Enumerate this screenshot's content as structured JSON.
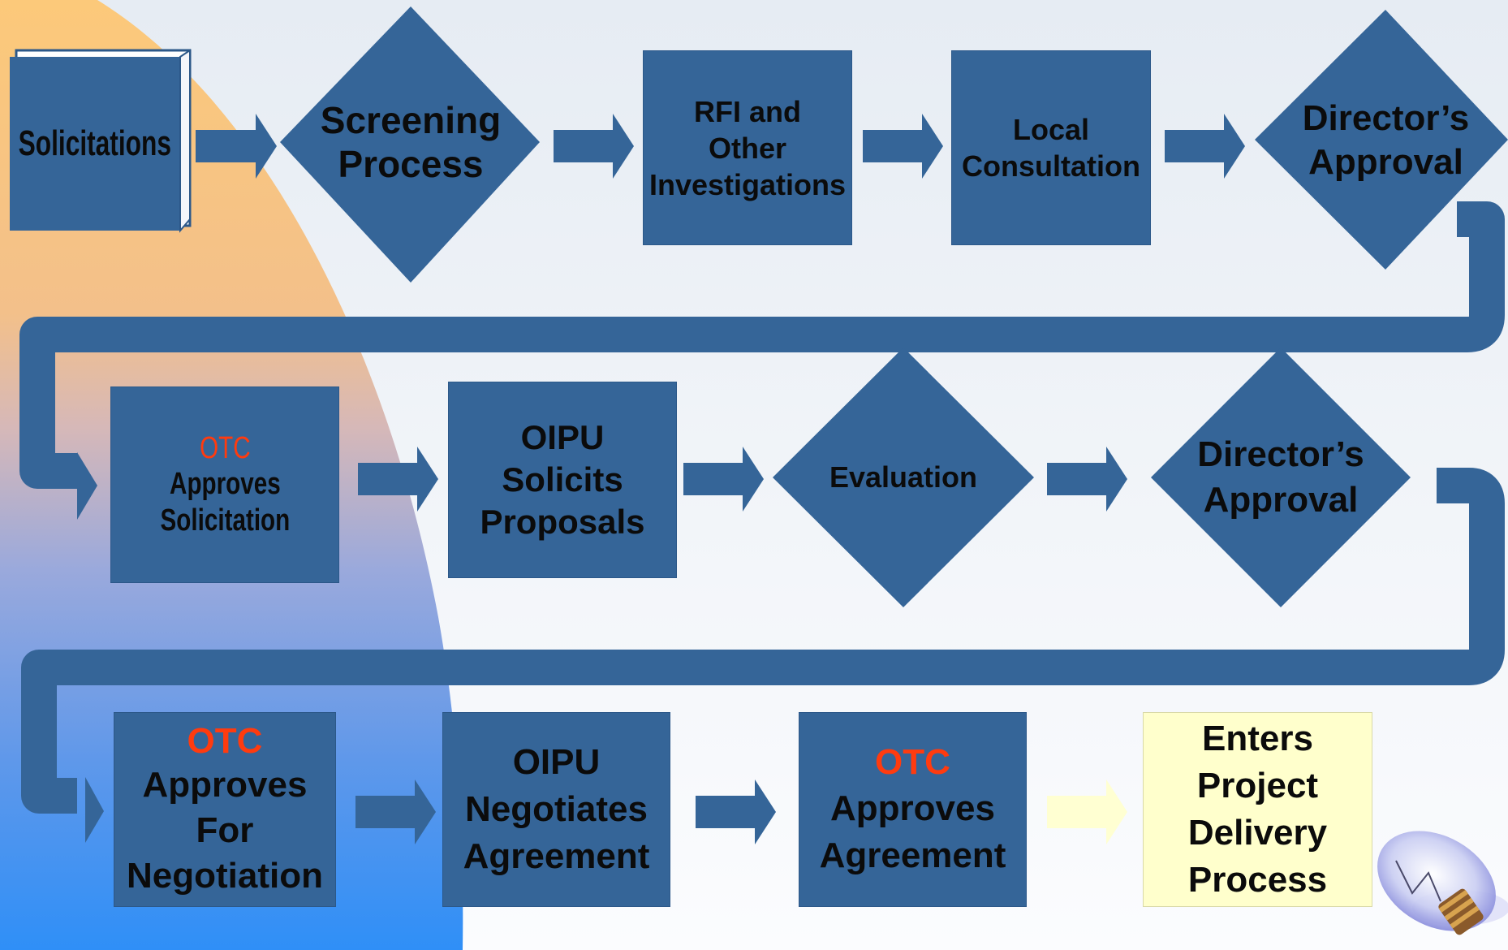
{
  "colors": {
    "shape": "#356598",
    "highlight": "#ff3b0f",
    "final": "#ffffcc"
  },
  "row1": {
    "solicitations": "Solicitations",
    "screening": "Screening\nProcess",
    "rfi": "RFI and\nOther\nInvestigations",
    "local": "Local\nConsultation",
    "director": "Director’s\nApproval"
  },
  "row2": {
    "otc_approves_solicitation": {
      "otc": "OTC",
      "text": "Approves\nSolicitation"
    },
    "oipu_solicits": "OIPU\nSolicits\nProposals",
    "evaluation": "Evaluation",
    "director": "Director’s\nApproval"
  },
  "row3": {
    "otc_approves_negotiation": {
      "otc": "OTC",
      "text": "Approves\nFor\nNegotiation"
    },
    "oipu_negotiates": "OIPU\nNegotiates\nAgreement",
    "otc_approves_agreement": {
      "otc": "OTC",
      "text": "Approves\nAgreement"
    },
    "enters": "Enters\nProject\nDelivery\nProcess"
  },
  "icons": {
    "book": "book-icon",
    "bulb": "light-bulb-icon",
    "arrow": "arrow-right-icon"
  }
}
